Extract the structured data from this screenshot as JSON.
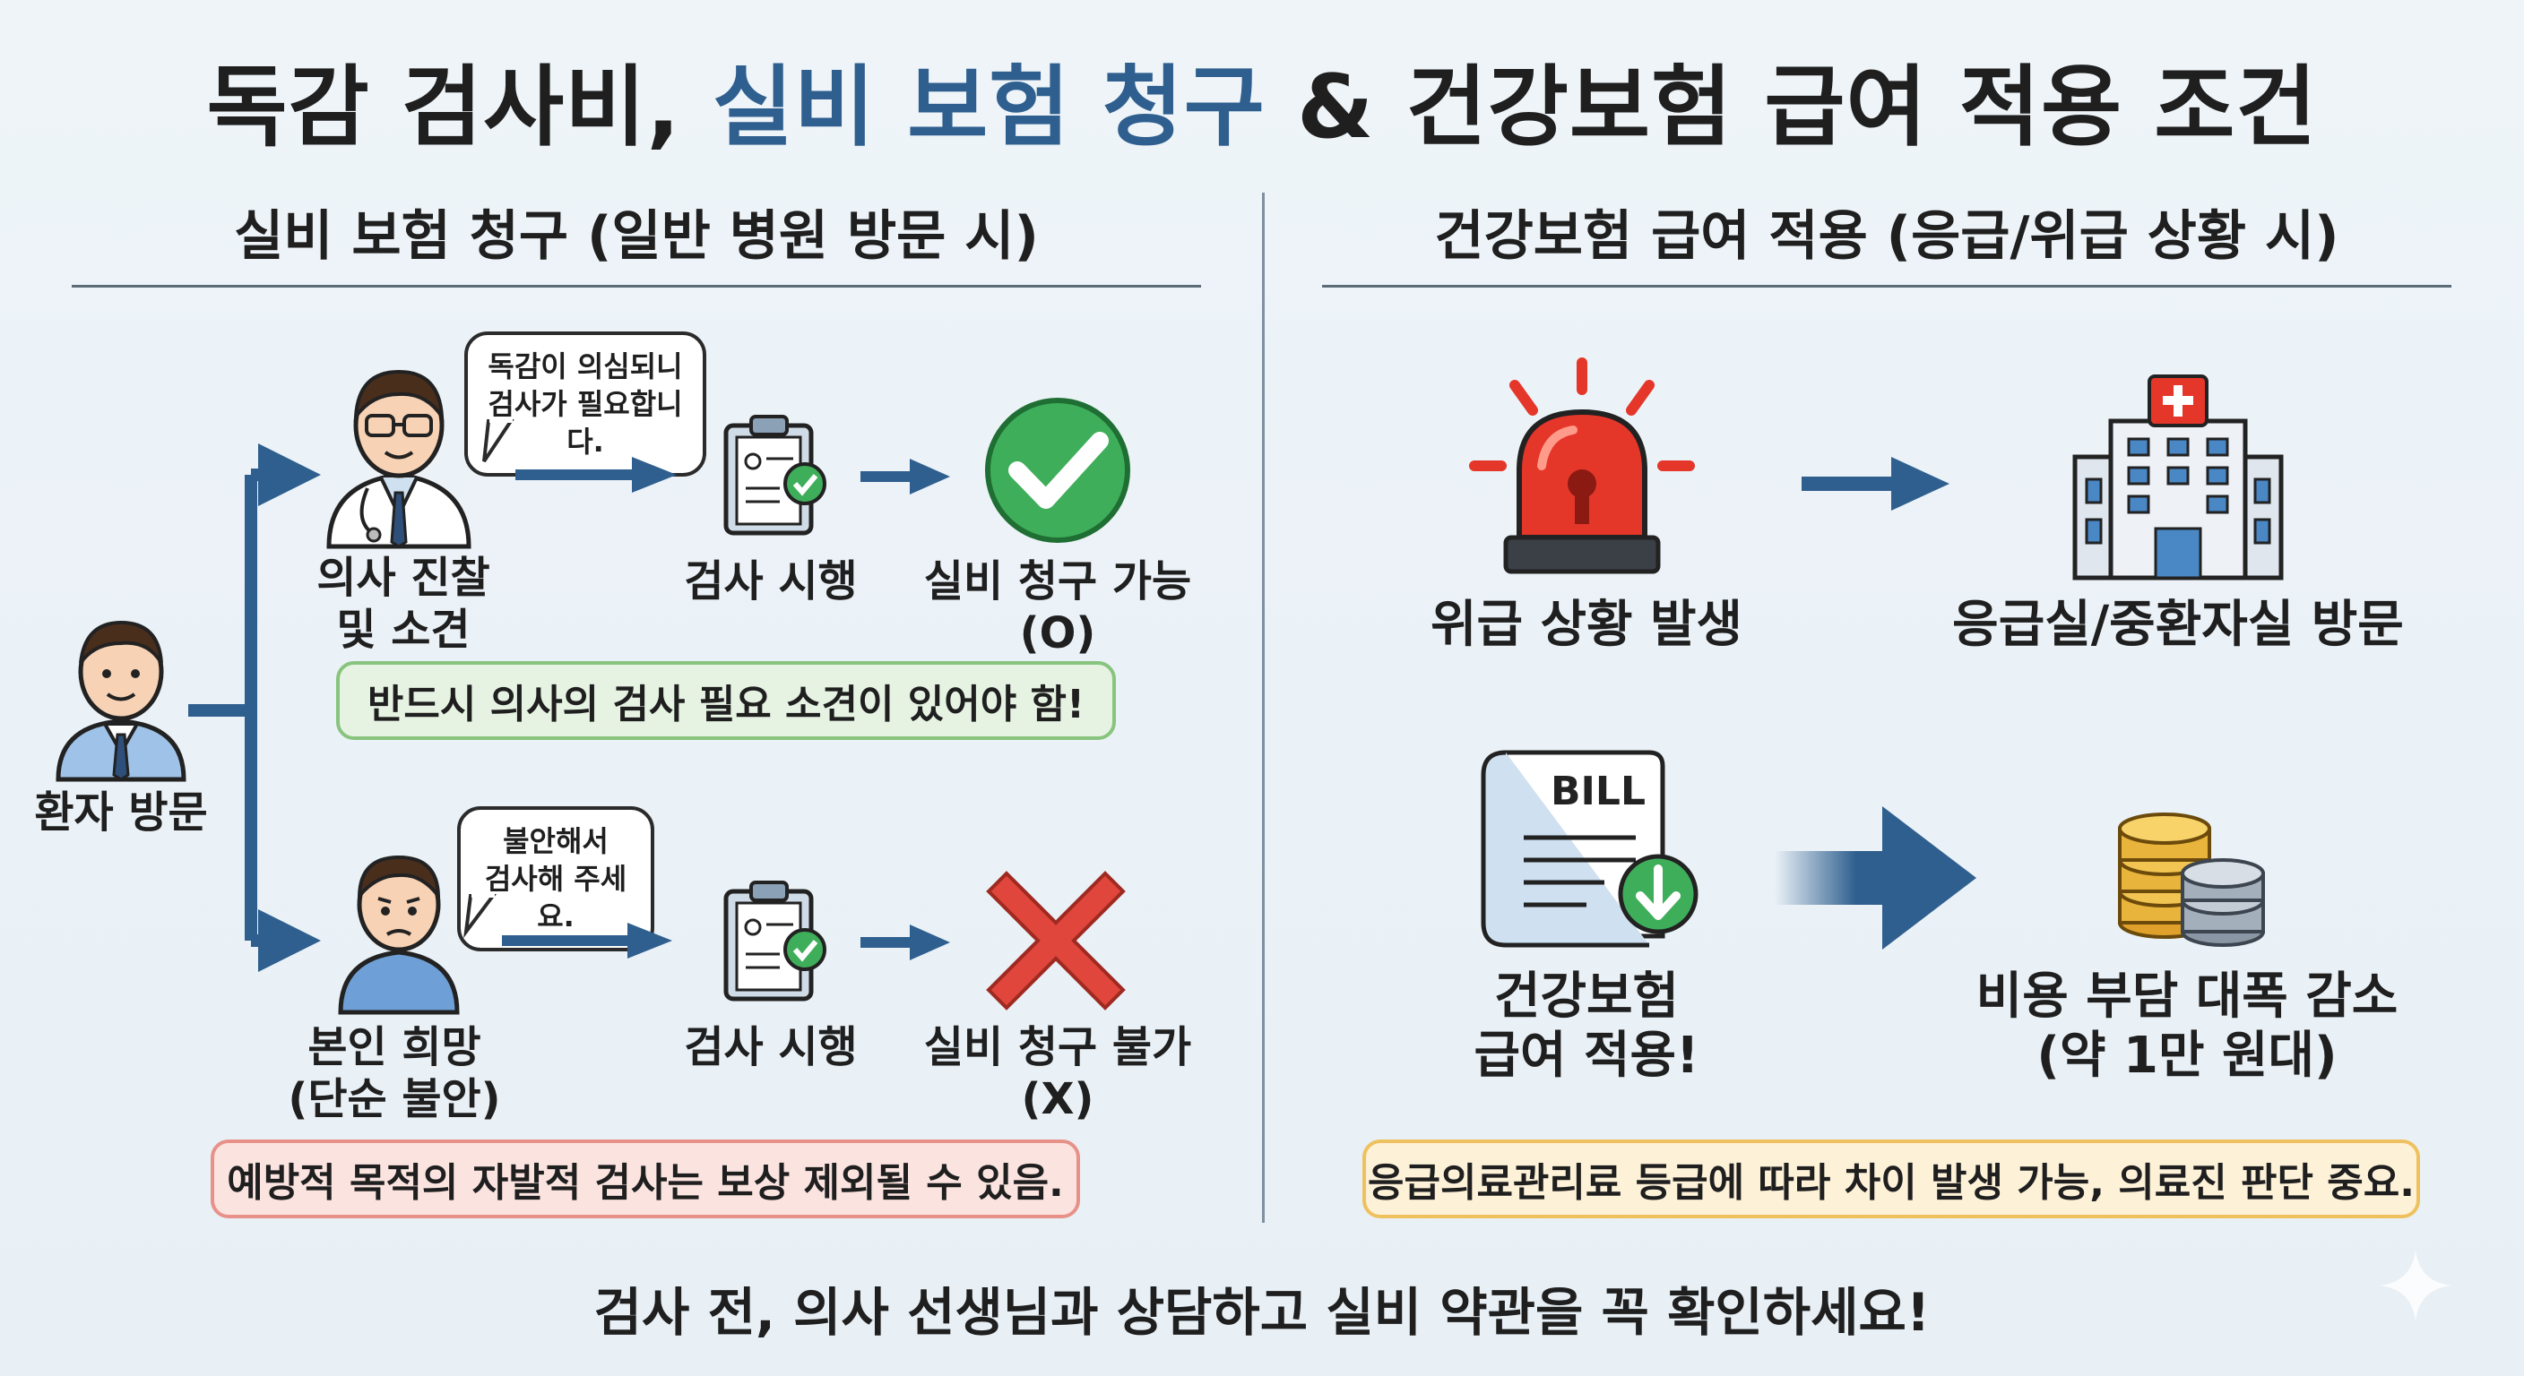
{
  "title": {
    "part1": "독감 검사비, ",
    "part2": "실비 보험 청구",
    "part3": " & 건강보험 급여 적용 조건",
    "highlight_color": "#2f5f8f"
  },
  "left": {
    "heading": "실비 보험 청구 (일반 병원 방문 시)",
    "patient_label": "환자 방문",
    "top_flow": {
      "bubble_line1": "독감이 의심되니",
      "bubble_line2": "검사가 필요합니다.",
      "doctor_label_line1": "의사 진찰",
      "doctor_label_line2": "및 소견",
      "test_label": "검사 시행",
      "result_label": "실비 청구 가능 (O)",
      "note": "반드시 의사의 검사 필요 소견이 있어야 함!"
    },
    "bottom_flow": {
      "bubble_line1": "불안해서",
      "bubble_line2": "검사해 주세요.",
      "self_label_line1": "본인 희망",
      "self_label_line2": "(단순 불안)",
      "test_label": "검사 시행",
      "result_label": "실비 청구 불가 (X)",
      "note": "예방적 목적의 자발적 검사는 보상 제외될 수 있음."
    }
  },
  "right": {
    "heading": "건강보험 급여 적용 (응급/위급 상황 시)",
    "emergency_label": "위급 상황 발생",
    "hospital_label": "응급실/중환자실 방문",
    "bill_text": "BILL",
    "insurance_line1": "건강보험",
    "insurance_line2": "급여 적용!",
    "cost_line1": "비용 부담 대폭 감소",
    "cost_line2": "(약 1만 원대)",
    "note": "응급의료관리료 등급에 따라 차이 발생 가능, 의료진 판단 중요."
  },
  "footer": "검사 전, 의사 선생님과 상담하고 실비 약관을 꼭 확인하세요!",
  "icons": [
    "patient-icon",
    "doctor-icon",
    "worried-person-icon",
    "clipboard-check-icon",
    "green-check-icon",
    "red-x-icon",
    "siren-icon",
    "hospital-icon",
    "bill-icon",
    "coins-icon",
    "arrow-icon"
  ],
  "colors": {
    "arrow": "#2f5f8f",
    "check_green": "#3fae5a",
    "x_red": "#e0463b",
    "siren_red": "#e5362a"
  }
}
